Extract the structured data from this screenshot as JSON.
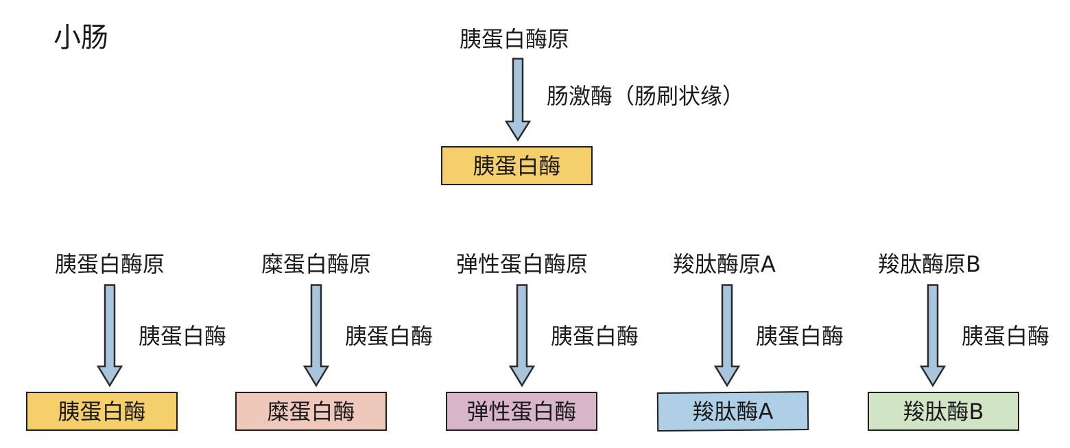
{
  "title": "小肠",
  "top": {
    "precursor": "胰蛋白酶原",
    "activator": "肠激酶（肠刷状缘）",
    "product": "胰蛋白酶",
    "product_color": "#F4CF6C"
  },
  "columns": [
    {
      "precursor": "胰蛋白酶原",
      "activator": "胰蛋白酶",
      "product": "胰蛋白酶",
      "product_color": "#F4CF6C"
    },
    {
      "precursor": "糜蛋白酶原",
      "activator": "胰蛋白酶",
      "product": "糜蛋白酶",
      "product_color": "#EEC8BA"
    },
    {
      "precursor": "弹性蛋白酶原",
      "activator": "胰蛋白酶",
      "product": "弹性蛋白酶",
      "product_color": "#D8B6CA"
    },
    {
      "precursor": "羧肽酶原A",
      "activator": "胰蛋白酶",
      "product": "羧肽酶A",
      "product_color": "#AFCFE6"
    },
    {
      "precursor": "羧肽酶原B",
      "activator": "胰蛋白酶",
      "product": "羧肽酶B",
      "product_color": "#D1E4C5"
    }
  ],
  "colors": {
    "arrow_fill": "#A8C5DB"
  }
}
